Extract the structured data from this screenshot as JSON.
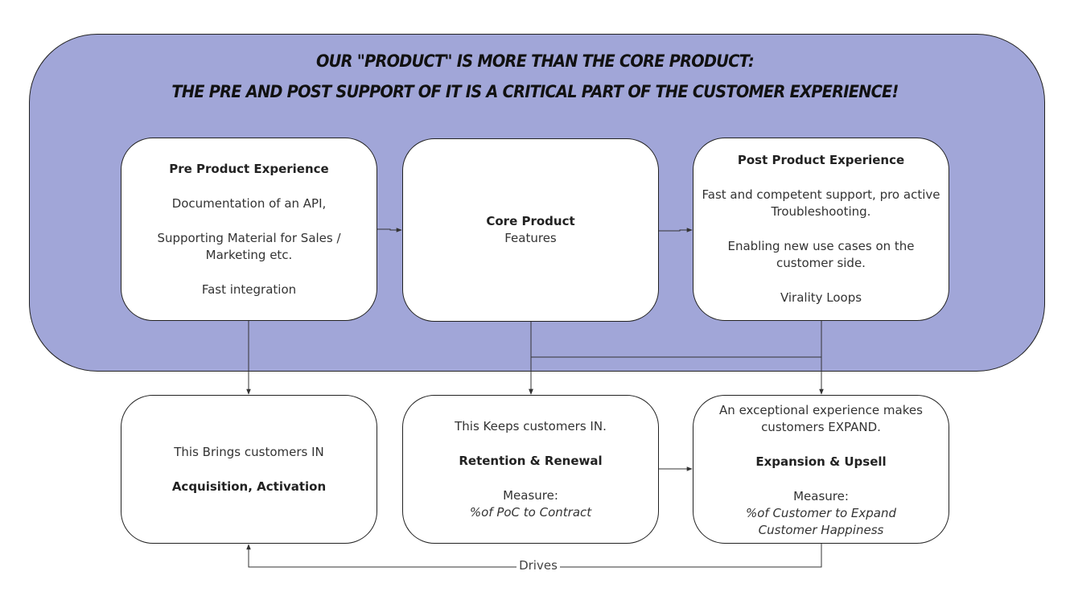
{
  "headline": {
    "line1": "Our \"Product\" is more than the core product:",
    "line2": "The pre and post support of it is a critical part of the customer experience!"
  },
  "pre": {
    "title": "Pre Product Experience",
    "line1": "Documentation of an API,",
    "line2": "Supporting Material for Sales / Marketing etc.",
    "line3": "Fast integration"
  },
  "core": {
    "title": "Core Product",
    "line1": "Features"
  },
  "post": {
    "title": "Post Product Experience",
    "line1": "Fast and competent support, pro active Troubleshooting.",
    "line2": "Enabling new use cases on the customer side.",
    "line3": "Virality Loops"
  },
  "acquisition": {
    "line1": "This Brings customers IN",
    "title": "Acquisition, Activation"
  },
  "retention": {
    "line1": "This Keeps customers IN.",
    "title": "Retention & Renewal",
    "measure_label": "Measure:",
    "measure1": "%of PoC to Contract"
  },
  "expansion": {
    "line1": "An exceptional experience makes customers EXPAND.",
    "title": "Expansion & Upsell",
    "measure_label": "Measure:",
    "measure1": "%of Customer to Expand",
    "measure2": "Customer Happiness"
  },
  "drives_label": "Drives"
}
